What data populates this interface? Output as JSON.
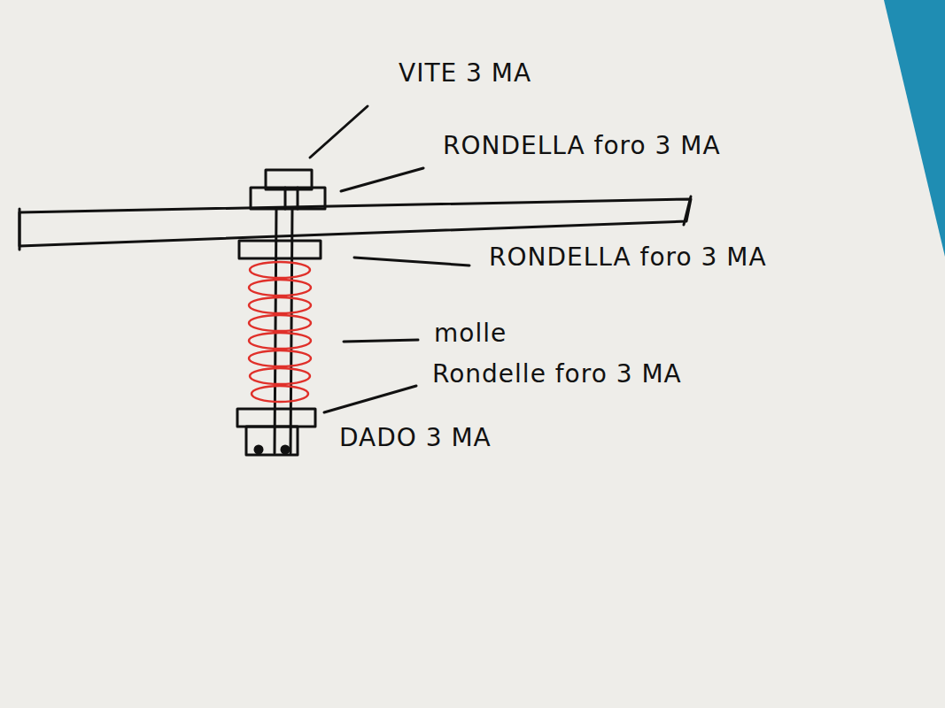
{
  "diagram": {
    "labels": [
      "VITE 3 MA",
      "RONDELLA foro 3 MA",
      "RONDELLA foro 3 MA",
      "molle",
      "Rondelle foro 3 MA",
      "DADO 3 MA"
    ]
  }
}
